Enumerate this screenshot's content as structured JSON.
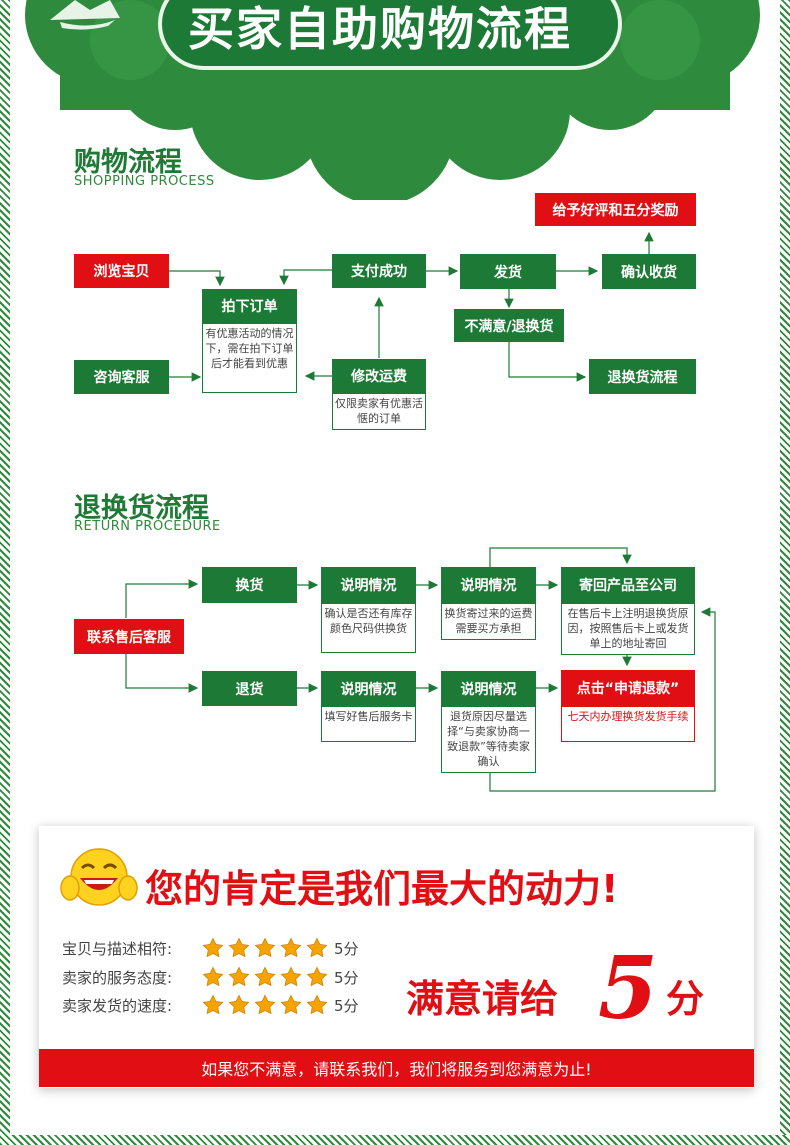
{
  "header": {
    "title": "买家自助购物流程"
  },
  "shopping": {
    "title": "购物流程",
    "subtitle": "SHOPPING PROCESS",
    "browse": "浏览宝贝",
    "consult": "咨询客服",
    "place_order": "拍下订单",
    "place_order_note": "有优惠活动的情况下，需在拍下订单后才能看到优惠",
    "modify_shipping": "修改运费",
    "modify_shipping_note": "仅限卖家有优惠活惬的订单",
    "pay_success": "支付成功",
    "ship": "发货",
    "confirm_receipt": "确认收货",
    "review_reward": "给予好评和五分奖励",
    "unsatisfied": "不满意/退换货",
    "return_process": "退换货流程"
  },
  "returns": {
    "title": "退换货流程",
    "subtitle": "RETURN PROCEDURE",
    "contact": "联系售后客服",
    "exchange": "换货",
    "refund": "退货",
    "explain1": "说明情况",
    "explain1_note": "确认是否还有库存颜色尺码供换货",
    "explain2": "说明情况",
    "explain2_note": "换货寄过来的运费需要买方承担",
    "send_back": "寄回产品至公司",
    "send_back_note": "在售后卡上注明退换货原因，按照售后卡上或发货单上的地址寄回",
    "explain3": "说明情况",
    "explain3_note": "填写好售后服务卡",
    "explain4": "说明情况",
    "explain4_note": "退货原因尽量选择“与卖家协商一致退款”等待卖家确认",
    "apply_refund": "点击“申请退款”",
    "apply_refund_note": "七天内办理换货发货手续"
  },
  "rating": {
    "slogan": "您的肯定是我们最大的动力!",
    "rows": [
      {
        "label": "宝贝与描述相符:",
        "score": "5分"
      },
      {
        "label": "卖家的服务态度:",
        "score": "5分"
      },
      {
        "label": "卖家发货的速度:",
        "score": "5分"
      }
    ],
    "stars_value": 5,
    "give_text": "满意请给",
    "five": "5",
    "unit": "分",
    "footer": "如果您不满意，请联系我们，我们将服务到您满意为止!"
  },
  "colors": {
    "green": "#1d7a36",
    "red": "#e10e13",
    "star": "#f5a300"
  },
  "icons": {
    "emoji": "laughing-face-icon",
    "star": "star-icon"
  }
}
